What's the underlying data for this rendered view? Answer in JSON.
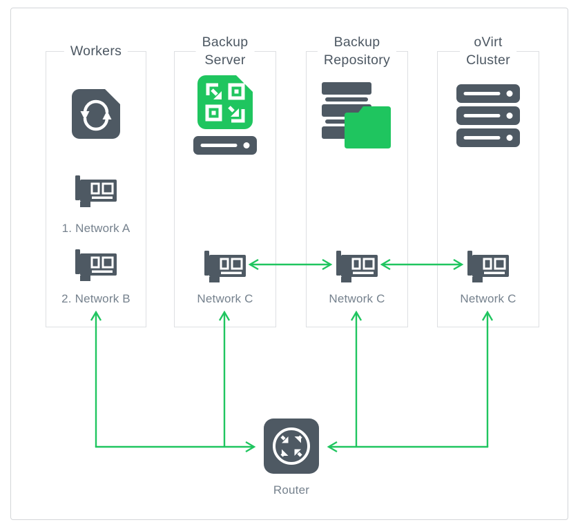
{
  "diagram": {
    "columns": [
      {
        "id": "workers",
        "title_lines": [
          "Workers"
        ],
        "main_icon": "sync-file-icon",
        "items": [
          {
            "icon": "network-card-icon",
            "label": "1. Network A"
          },
          {
            "icon": "network-card-icon",
            "label": "2. Network B"
          }
        ]
      },
      {
        "id": "backup-server",
        "title_lines": [
          "Backup",
          "Server"
        ],
        "main_icons": [
          "vprotect-logo-icon",
          "disk-appliance-icon"
        ],
        "items": [
          {
            "icon": "network-card-icon",
            "label": "Network C"
          }
        ]
      },
      {
        "id": "backup-repository",
        "title_lines": [
          "Backup",
          "Repository"
        ],
        "main_icons": [
          "storage-stack-icon",
          "folder-icon"
        ],
        "items": [
          {
            "icon": "network-card-icon",
            "label": "Network C"
          }
        ]
      },
      {
        "id": "ovirt-cluster",
        "title_lines": [
          "oVirt",
          "Cluster"
        ],
        "main_icons": [
          "server-stack-icon"
        ],
        "items": [
          {
            "icon": "network-card-icon",
            "label": "Network C"
          }
        ]
      }
    ],
    "router": {
      "label": "Router",
      "icon": "router-arrows-icon"
    },
    "edges": [
      {
        "a": "backup-server.network-c-nic",
        "b": "backup-repository.network-c-nic",
        "style": "double-arrow"
      },
      {
        "a": "backup-repository.network-c-nic",
        "b": "ovirt-cluster.network-c-nic",
        "style": "double-arrow"
      },
      {
        "a": "router",
        "b": "workers.network-b",
        "style": "arrow-both-ends"
      },
      {
        "a": "router",
        "b": "backup-server.network-c",
        "style": "arrow-both-ends"
      },
      {
        "a": "router",
        "b": "backup-repository.network-c",
        "style": "arrow-both-ends"
      },
      {
        "a": "router",
        "b": "ovirt-cluster.network-c",
        "style": "arrow-both-ends"
      }
    ],
    "colors": {
      "green": "#1fc55f",
      "slate": "#4e5963",
      "title_text": "#4c5762",
      "label_text": "#75818d",
      "box_border": "#dddfe2",
      "frame_border": "#d3d5d8",
      "background": "#ffffff"
    }
  }
}
